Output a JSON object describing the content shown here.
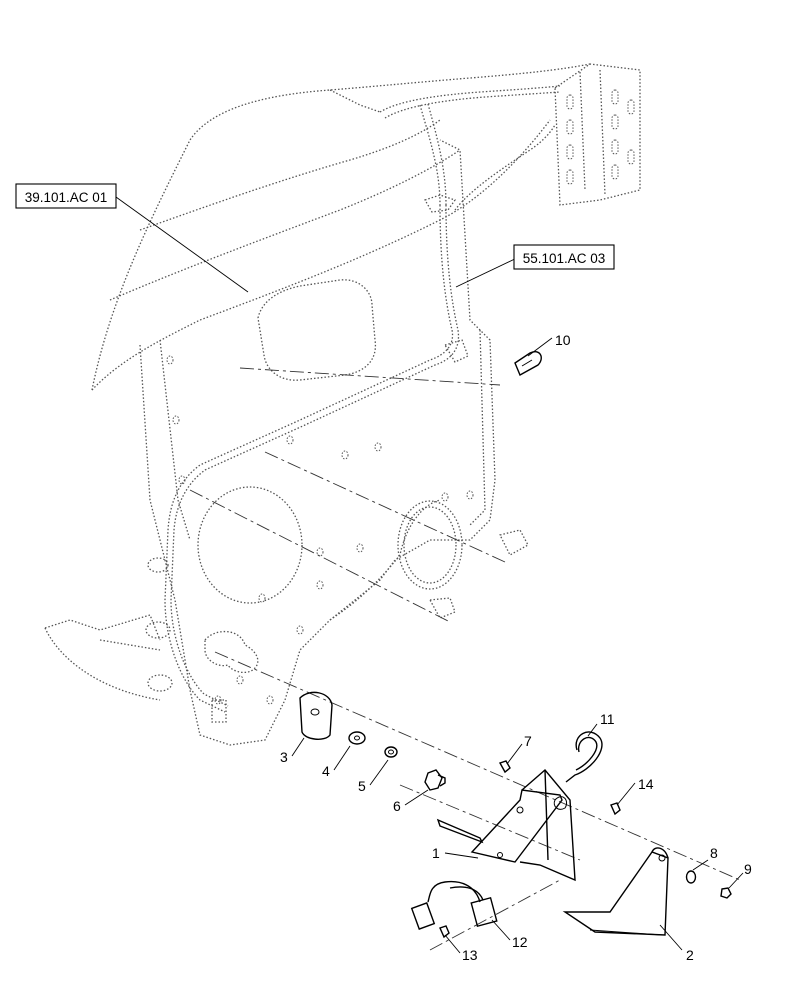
{
  "references": [
    {
      "id": "ref-39",
      "label": "39.101.AC 01"
    },
    {
      "id": "ref-55",
      "label": "55.101.AC 03"
    }
  ],
  "callouts": [
    {
      "n": "1"
    },
    {
      "n": "2"
    },
    {
      "n": "3"
    },
    {
      "n": "4"
    },
    {
      "n": "5"
    },
    {
      "n": "6"
    },
    {
      "n": "7"
    },
    {
      "n": "8"
    },
    {
      "n": "9"
    },
    {
      "n": "10"
    },
    {
      "n": "11"
    },
    {
      "n": "12"
    },
    {
      "n": "13"
    },
    {
      "n": "14"
    }
  ]
}
